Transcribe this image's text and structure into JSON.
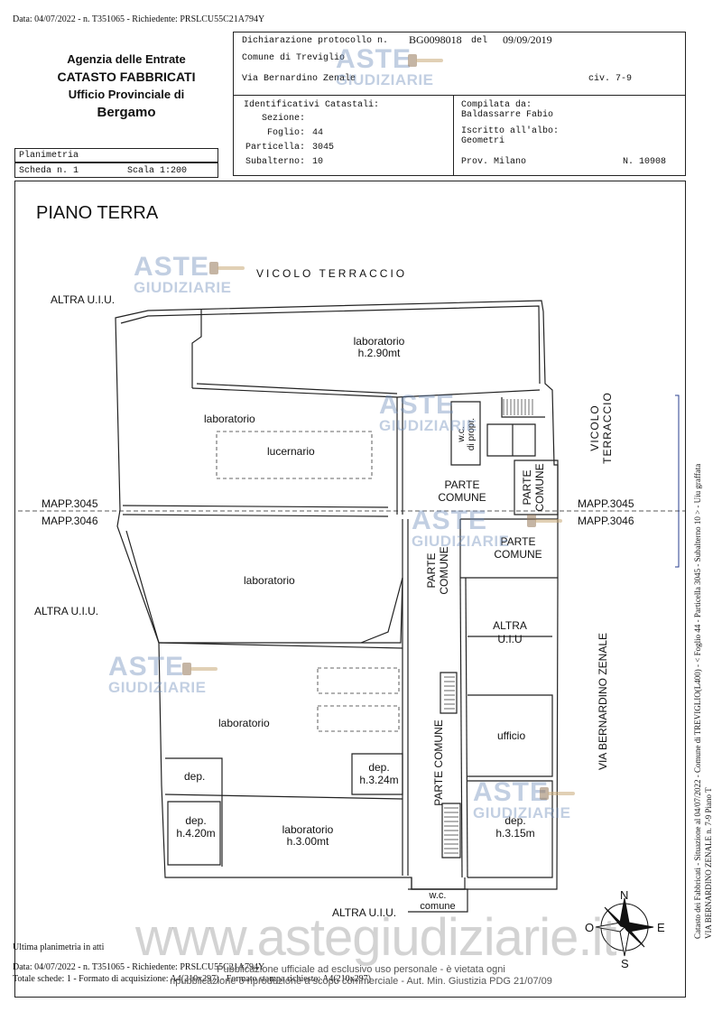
{
  "header": {
    "top_line": "Data: 04/07/2022 - n. T351065 - Richiedente: PRSLCU55C21A794Y",
    "agency": "Agenzia delle Entrate",
    "catasto": "CATASTO FABBRICATI",
    "ufficio": "Ufficio Provinciale di",
    "city": "Bergamo",
    "planimetria": "Planimetria",
    "scheda": "Scheda n. 1",
    "scala": "Scala 1:200",
    "dich_label": "Dichiarazione protocollo n.",
    "dich_num": "BG0098018",
    "dich_del": "del",
    "dich_date": "09/09/2019",
    "comune": "Comune di Treviglio",
    "via": "Via Bernardino Zenale",
    "civ": "civ. 7-9",
    "ident_label": "Identificativi Catastali:",
    "sezione_label": "Sezione:",
    "foglio_label": "Foglio:",
    "foglio": "44",
    "particella_label": "Particella:",
    "particella": "3045",
    "subalterno_label": "Subalterno:",
    "subalterno": "10",
    "compilata_label": "Compilata da:",
    "compilata": "Baldassarre Fabio",
    "iscritto_label": "Iscritto all'albo:",
    "albo": "Geometri",
    "prov": "Prov. Milano",
    "numero": "N. 10908"
  },
  "plan": {
    "piano": "PIANO TERRA",
    "vicolo_top": "VICOLO TERRACCIO",
    "vicolo_right": "VICOLO TERRACCIO",
    "via_right": "VIA BERNARDINO ZENALE",
    "altra_top": "ALTRA U.I.U.",
    "altra_left": "ALTRA U.I.U.",
    "altra_bottom": "ALTRA U.I.U.",
    "mapp3045": "MAPP.3045",
    "mapp3046": "MAPP.3046",
    "lab1_a": "laboratorio",
    "lab1_b": "h.2.90mt",
    "lab2": "laboratorio",
    "lucernario": "lucernario",
    "lab3": "laboratorio",
    "lab4": "laboratorio",
    "lab5_a": "laboratorio",
    "lab5_b": "h.3.00mt",
    "wc1_a": "w.c.",
    "wc1_b": "di propr.",
    "parte_comune_a": "PARTE",
    "parte_comune_b": "COMUNE",
    "parte_comune_vert": "PARTE COMUNE",
    "altra_uiu_a": "ALTRA",
    "altra_uiu_b": "U.I.U",
    "ufficio": "ufficio",
    "dep": "dep.",
    "dep_324": "h.3.24m",
    "dep_420": "h.4.20m",
    "dep_315": "h.3.15m",
    "wc2_a": "w.c.",
    "wc2_b": "comune",
    "north": "N",
    "south": "S",
    "west": "O",
    "east": "E"
  },
  "side_text_1": "Catasto dei Fabbricati - Situazione al 04/07/2022 - Comune di TREVIGLIO(L400) - < Foglio 44 - Particella 3045 - Subalterno 10 > - Uiu graffata",
  "side_text_2": "VIA BERNARDINO ZENALE n. 7-9 Piano T",
  "footer": {
    "ultima": "Ultima planimetria in atti",
    "line1": "Data: 04/07/2022 - n. T351065 - Richiedente: PRSLCU55C21A794Y",
    "line2": "Totale schede: 1 - Formato di acquisizione: A4(210x297) - Formato stampa richiesto: A4(210x297)",
    "pub1": "Pubblicazione ufficiale ad esclusivo uso personale - è vietata ogni",
    "pub2": "ripubblicazione o riproduzione a scopo commerciale - Aut. Min. Giustizia PDG 21/07/09"
  },
  "watermarks": {
    "aste": "ASTE",
    "giudiziarie": "GIUDIZIARIE",
    "website": "www.astegiudiziarie.it"
  }
}
